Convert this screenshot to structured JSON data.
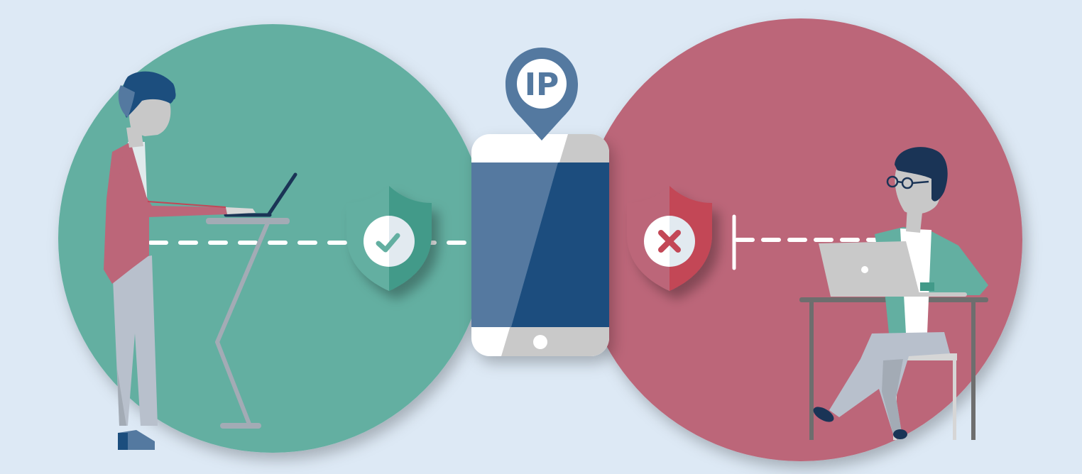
{
  "illustration": {
    "title": "IP-based access control",
    "pin_label": "IP",
    "allowed_side": {
      "status": "allowed",
      "shield_icon": "check-icon",
      "person": "standing-user-at-laptop"
    },
    "blocked_side": {
      "status": "blocked",
      "shield_icon": "x-icon",
      "person": "seated-user-at-laptop"
    },
    "center_device": "smartphone"
  },
  "colors": {
    "background": "#dde9f5",
    "green_circle": "#63afa1",
    "red_circle": "#bc6679",
    "phone_frame": "#ffffff",
    "phone_frame_shade": "#c9c9c9",
    "screen_light": "#5479a0",
    "screen_dark": "#1c4e7e",
    "pin": "#5479a0",
    "shield_green_light": "#63afa1",
    "shield_green_dark": "#429a89",
    "shield_red_light": "#bc6679",
    "shield_red_dark": "#c34656",
    "skin": "#c8c8c8",
    "pants": "#b8c0cc",
    "hair_blue": "#1c4e7e",
    "hair_dark": "#1a3456",
    "desk": "#a3abb5",
    "table_dark": "#6e6e6e"
  }
}
